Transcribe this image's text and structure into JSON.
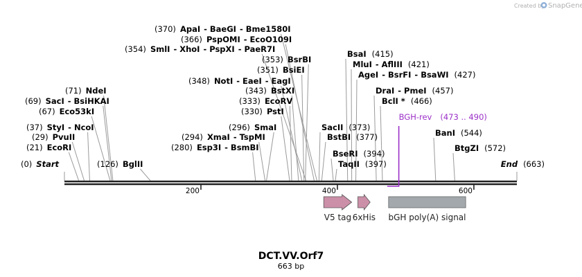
{
  "credit": {
    "prefix": "Created by",
    "brand": "SnapGene"
  },
  "map": {
    "name": "DCT.VV.Orf7",
    "length_label": "663 bp",
    "length": 663,
    "start_label": "Start",
    "end_label": "End"
  },
  "ticks": [
    {
      "label": "200",
      "pos": 200
    },
    {
      "label": "400",
      "pos": 400
    },
    {
      "label": "600",
      "pos": 600
    }
  ],
  "sites": [
    {
      "pos": 0,
      "pos_label": "(0)",
      "names": [
        "Start"
      ],
      "star": false,
      "terminus": true
    },
    {
      "pos": 663,
      "pos_label": "(663)",
      "names": [
        "End"
      ],
      "star": false,
      "terminus": true
    },
    {
      "pos": 21,
      "pos_label": "(21)",
      "names": [
        "EcoRI"
      ],
      "star": false
    },
    {
      "pos": 29,
      "pos_label": "(29)",
      "names": [
        "PvuII"
      ],
      "star": false
    },
    {
      "pos": 37,
      "pos_label": "(37)",
      "names": [
        "StyI",
        "NcoI"
      ],
      "star": false
    },
    {
      "pos": 67,
      "pos_label": "(67)",
      "names": [
        "Eco53kI"
      ],
      "star": false
    },
    {
      "pos": 69,
      "pos_label": "(69)",
      "names": [
        "SacI",
        "BsiHKAI"
      ],
      "star": false
    },
    {
      "pos": 71,
      "pos_label": "(71)",
      "names": [
        "NdeI"
      ],
      "star": false
    },
    {
      "pos": 126,
      "pos_label": "(126)",
      "names": [
        "BglII"
      ],
      "star": false
    },
    {
      "pos": 280,
      "pos_label": "(280)",
      "names": [
        "Esp3I",
        "BsmBI"
      ],
      "star": false
    },
    {
      "pos": 294,
      "pos_label": "(294)",
      "names": [
        "XmaI",
        "TspMI"
      ],
      "star": false
    },
    {
      "pos": 296,
      "pos_label": "(296)",
      "names": [
        "SmaI"
      ],
      "star": false
    },
    {
      "pos": 330,
      "pos_label": "(330)",
      "names": [
        "PstI"
      ],
      "star": false
    },
    {
      "pos": 333,
      "pos_label": "(333)",
      "names": [
        "EcoRV"
      ],
      "star": false
    },
    {
      "pos": 343,
      "pos_label": "(343)",
      "names": [
        "BstXI"
      ],
      "star": false
    },
    {
      "pos": 348,
      "pos_label": "(348)",
      "names": [
        "NotI",
        "EaeI",
        "EagI"
      ],
      "star": false
    },
    {
      "pos": 351,
      "pos_label": "(351)",
      "names": [
        "BsiEI"
      ],
      "star": false
    },
    {
      "pos": 353,
      "pos_label": "(353)",
      "names": [
        "BsrBI"
      ],
      "star": false
    },
    {
      "pos": 354,
      "pos_label": "(354)",
      "names": [
        "SmlI",
        "XhoI",
        "PspXI",
        "PaeR7I"
      ],
      "star": false
    },
    {
      "pos": 366,
      "pos_label": "(366)",
      "names": [
        "PspOMI",
        "EcoO109I"
      ],
      "star": false
    },
    {
      "pos": 370,
      "pos_label": "(370)",
      "names": [
        "ApaI",
        "BaeGI",
        "Bme1580I"
      ],
      "star": false
    },
    {
      "pos": 373,
      "pos_label": "(373)",
      "names": [
        "SacII"
      ],
      "star": false
    },
    {
      "pos": 377,
      "pos_label": "(377)",
      "names": [
        "BstBI"
      ],
      "star": false
    },
    {
      "pos": 394,
      "pos_label": "(394)",
      "names": [
        "BseRI"
      ],
      "star": false
    },
    {
      "pos": 397,
      "pos_label": "(397)",
      "names": [
        "TaqII"
      ],
      "star": false
    },
    {
      "pos": 415,
      "pos_label": "(415)",
      "names": [
        "BsaI"
      ],
      "star": false
    },
    {
      "pos": 421,
      "pos_label": "(421)",
      "names": [
        "MluI",
        "AflIII"
      ],
      "star": false
    },
    {
      "pos": 427,
      "pos_label": "(427)",
      "names": [
        "AgeI",
        "BsrFI",
        "BsaWI"
      ],
      "star": false
    },
    {
      "pos": 457,
      "pos_label": "(457)",
      "names": [
        "DraI",
        "PmeI"
      ],
      "star": false
    },
    {
      "pos": 466,
      "pos_label": "(466)",
      "names": [
        "BclI"
      ],
      "star": true
    },
    {
      "pos": 544,
      "pos_label": "(544)",
      "names": [
        "BanI"
      ],
      "star": false
    },
    {
      "pos": 572,
      "pos_label": "(572)",
      "names": [
        "BtgZI"
      ],
      "star": false
    }
  ],
  "primer": {
    "name": "BGH-rev",
    "range_label": "(473 .. 490)",
    "start": 473,
    "end": 490,
    "color": "#9b30c8"
  },
  "features": [
    {
      "name": "V5 tag",
      "start": 380,
      "end": 421,
      "type": "arrow",
      "color": "#cc8fa8"
    },
    {
      "name": "6xHis",
      "start": 430,
      "end": 448,
      "type": "arrow",
      "color": "#cc8fa8"
    },
    {
      "name": "bGH poly(A) signal",
      "start": 475,
      "end": 588,
      "type": "box",
      "color": "#a3a8ad"
    }
  ],
  "colors": {
    "backbone": "#222222",
    "site_line": "#9a9a9a",
    "primer": "#9b30c8",
    "credit": "#b0b0b0",
    "snapgene_logo": "#8fb0d8"
  }
}
